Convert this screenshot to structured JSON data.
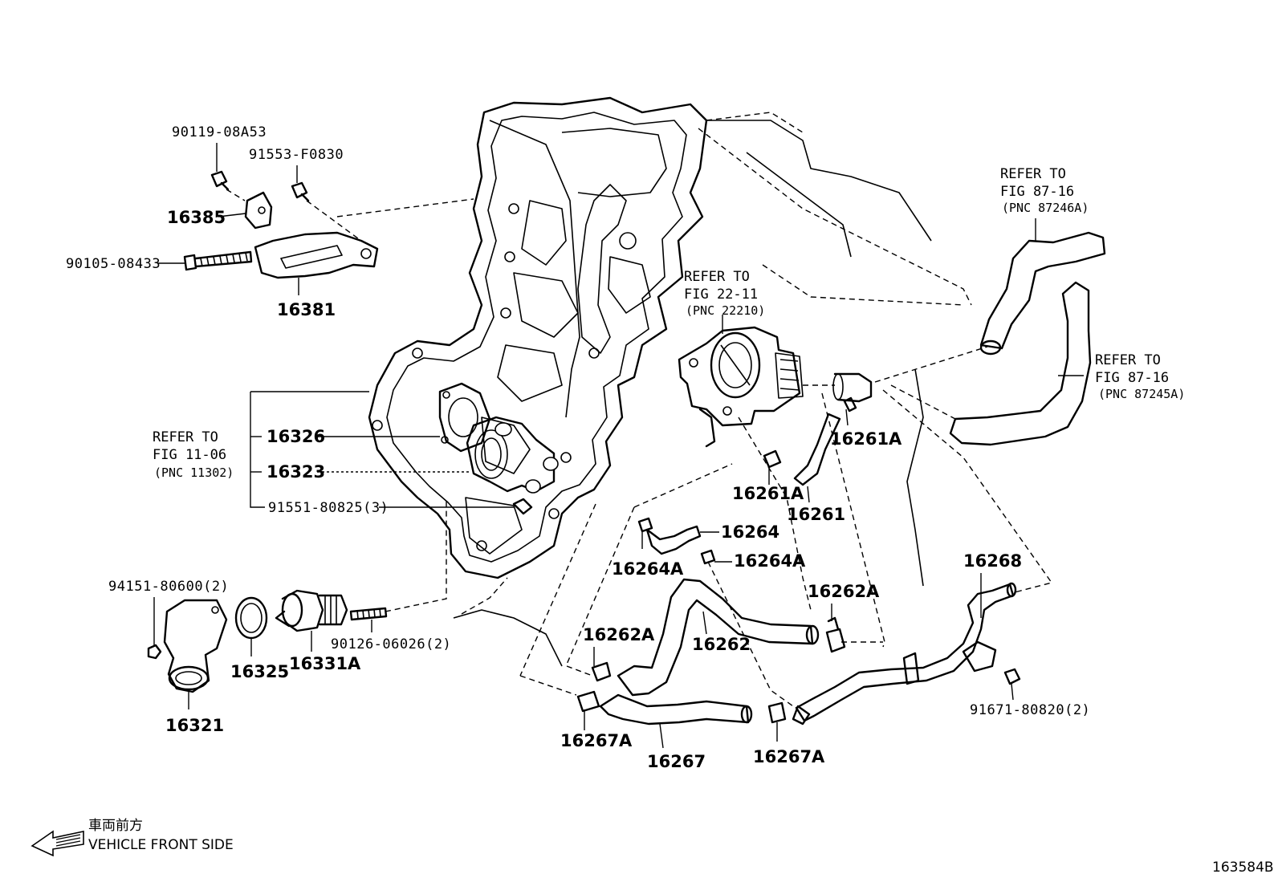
{
  "labels": {
    "p9011908A53": "90119-08A53",
    "p91553F0830": "91553-F0830",
    "p16385": "16385",
    "p9010508433": "90105-08433",
    "p16381": "16381",
    "p16326": "16326",
    "p16323": "16323",
    "p9155180825": "91551-80825(3)",
    "p9415180600": "94151-80600(2)",
    "p16325": "16325",
    "p16331A": "16331A",
    "p16321": "16321",
    "p9012606026": "90126-06026(2)",
    "p16261A_a": "16261A",
    "p16261A_b": "16261A",
    "p16261": "16261",
    "p16264": "16264",
    "p16264A_a": "16264A",
    "p16264A_b": "16264A",
    "p16262A_a": "16262A",
    "p16262A_b": "16262A",
    "p16262": "16262",
    "p16267A_a": "16267A",
    "p16267A_b": "16267A",
    "p16267": "16267",
    "p16268": "16268",
    "p9167180820": "91671-80820(2)"
  },
  "refs": {
    "engine": {
      "l1": "REFER TO",
      "l2": "FIG 11-06",
      "l3": "(PNC 11302)"
    },
    "throttle": {
      "l1": "REFER TO",
      "l2": "FIG 22-11",
      "l3": "(PNC 22210)"
    },
    "hose_upper": {
      "l1": "REFER TO",
      "l2": "FIG 87-16",
      "l3": "(PNC 87246A)"
    },
    "hose_lower": {
      "l1": "REFER TO",
      "l2": "FIG 87-16",
      "l3": "(PNC 87245A)"
    }
  },
  "direction": {
    "jp": "車両前方",
    "en": "VEHICLE FRONT SIDE"
  },
  "figure_id": "163584B"
}
